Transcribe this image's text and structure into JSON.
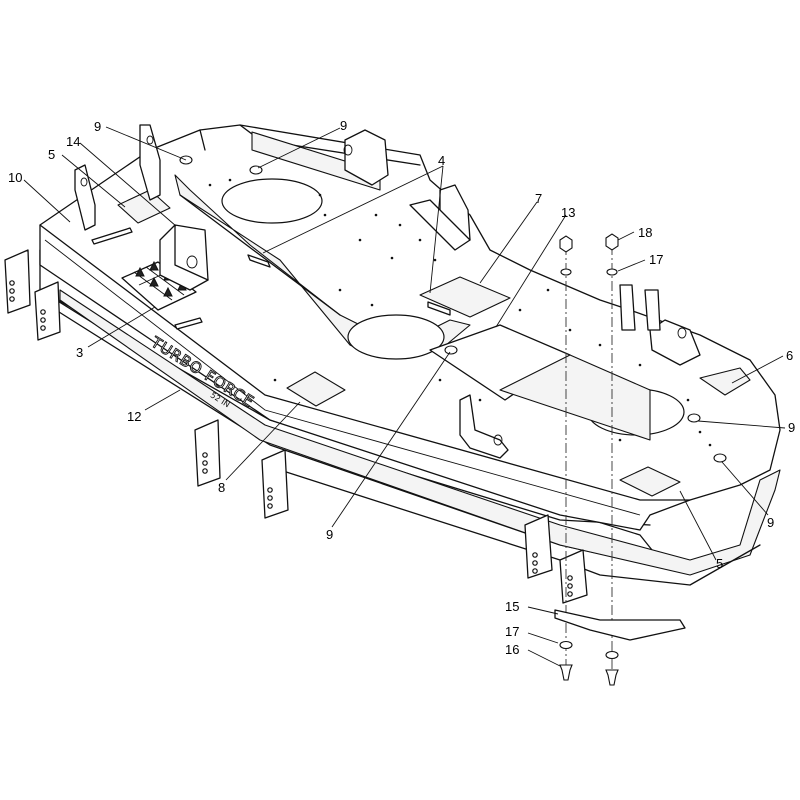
{
  "diagram": {
    "brand_text": "TURBO FORCE",
    "brand_subtext": "52 IN",
    "callouts": [
      {
        "label": "9"
      },
      {
        "label": "9"
      },
      {
        "label": "14"
      },
      {
        "label": "5"
      },
      {
        "label": "10"
      },
      {
        "label": "4"
      },
      {
        "label": "7"
      },
      {
        "label": "13"
      },
      {
        "label": "18"
      },
      {
        "label": "17"
      },
      {
        "label": "3"
      },
      {
        "label": "12"
      },
      {
        "label": "8"
      },
      {
        "label": "9"
      },
      {
        "label": "6"
      },
      {
        "label": "9"
      },
      {
        "label": "9"
      },
      {
        "label": "5"
      },
      {
        "label": "15"
      },
      {
        "label": "17"
      },
      {
        "label": "16"
      }
    ]
  }
}
